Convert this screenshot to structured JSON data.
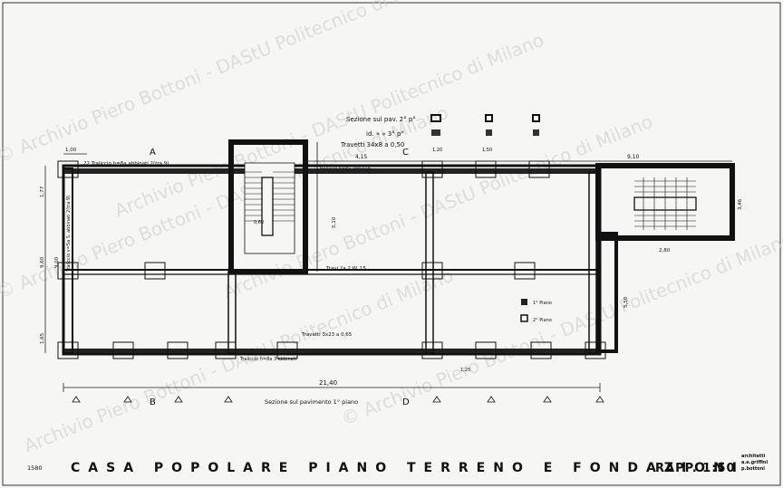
{
  "drawing": {
    "title": "CASA POPOLARE PIANO TERRENO E FONDAZIONI",
    "scale": "RAPP. 1:50",
    "sheet_number": "1580",
    "architects": [
      "architetti",
      "a.e.griffini",
      "p.bottoni"
    ],
    "section_labels": {
      "A": "A",
      "B": "B",
      "C": "C",
      "D": "D",
      "bottom_section": "Sezione sul pavimento 1° piano"
    },
    "legend": {
      "line1": "Sezione sul pav. 2° p°",
      "line2": "id.   »   »  3° p°",
      "line3": "Travetti 34x8 a 0,50",
      "first_floor": "1° Piano",
      "second_floor": "2° Piano"
    },
    "dimensions": {
      "total_width": "21,40",
      "d_415": "4,15",
      "d_910": "9,10",
      "d_100": "1,00",
      "d_177": "1,77",
      "d_960": "9,60",
      "d_900": "9,00",
      "d_165": "1,65",
      "d_510": "5,10",
      "d_550": "5,50",
      "d_280": "2,80",
      "d_346": "3,46",
      "d_125": "1,25",
      "d_150": "1,50",
      "d_120": "1,20",
      "d_060": "0,60"
    },
    "beams": {
      "top": "22 Traliccio h=8a  abbinati 2(tra.9)",
      "top_right": "Traliccio h=8a abbinati",
      "middle": "Travi 2a 2 W. 15",
      "lower": "Travetti 3x23 a 0,65",
      "bottom": "Traliccio h=8a    3 abbinati",
      "left_vertical": "Traliccio v=5a  S. abbinati 2(tra 9)"
    },
    "watermark": {
      "line_a": "Archivio Piero Bottoni - DAStU Politecnico di Milano",
      "line_b": "© Archivio Piero Bottoni - DAStU Politecnico di Milano"
    }
  }
}
